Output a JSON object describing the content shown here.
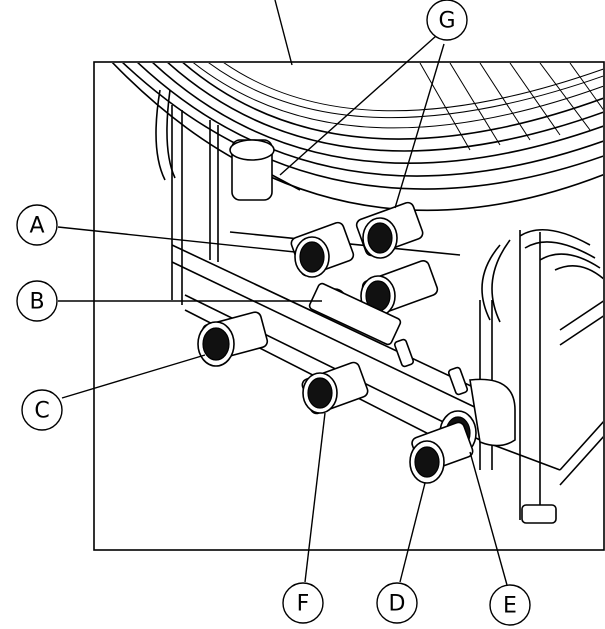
{
  "diagram": {
    "callouts": [
      {
        "id": "A",
        "label": "A"
      },
      {
        "id": "B",
        "label": "B"
      },
      {
        "id": "C",
        "label": "C"
      },
      {
        "id": "D",
        "label": "D"
      },
      {
        "id": "E",
        "label": "E"
      },
      {
        "id": "F",
        "label": "F"
      },
      {
        "id": "G",
        "label": "G"
      }
    ]
  }
}
